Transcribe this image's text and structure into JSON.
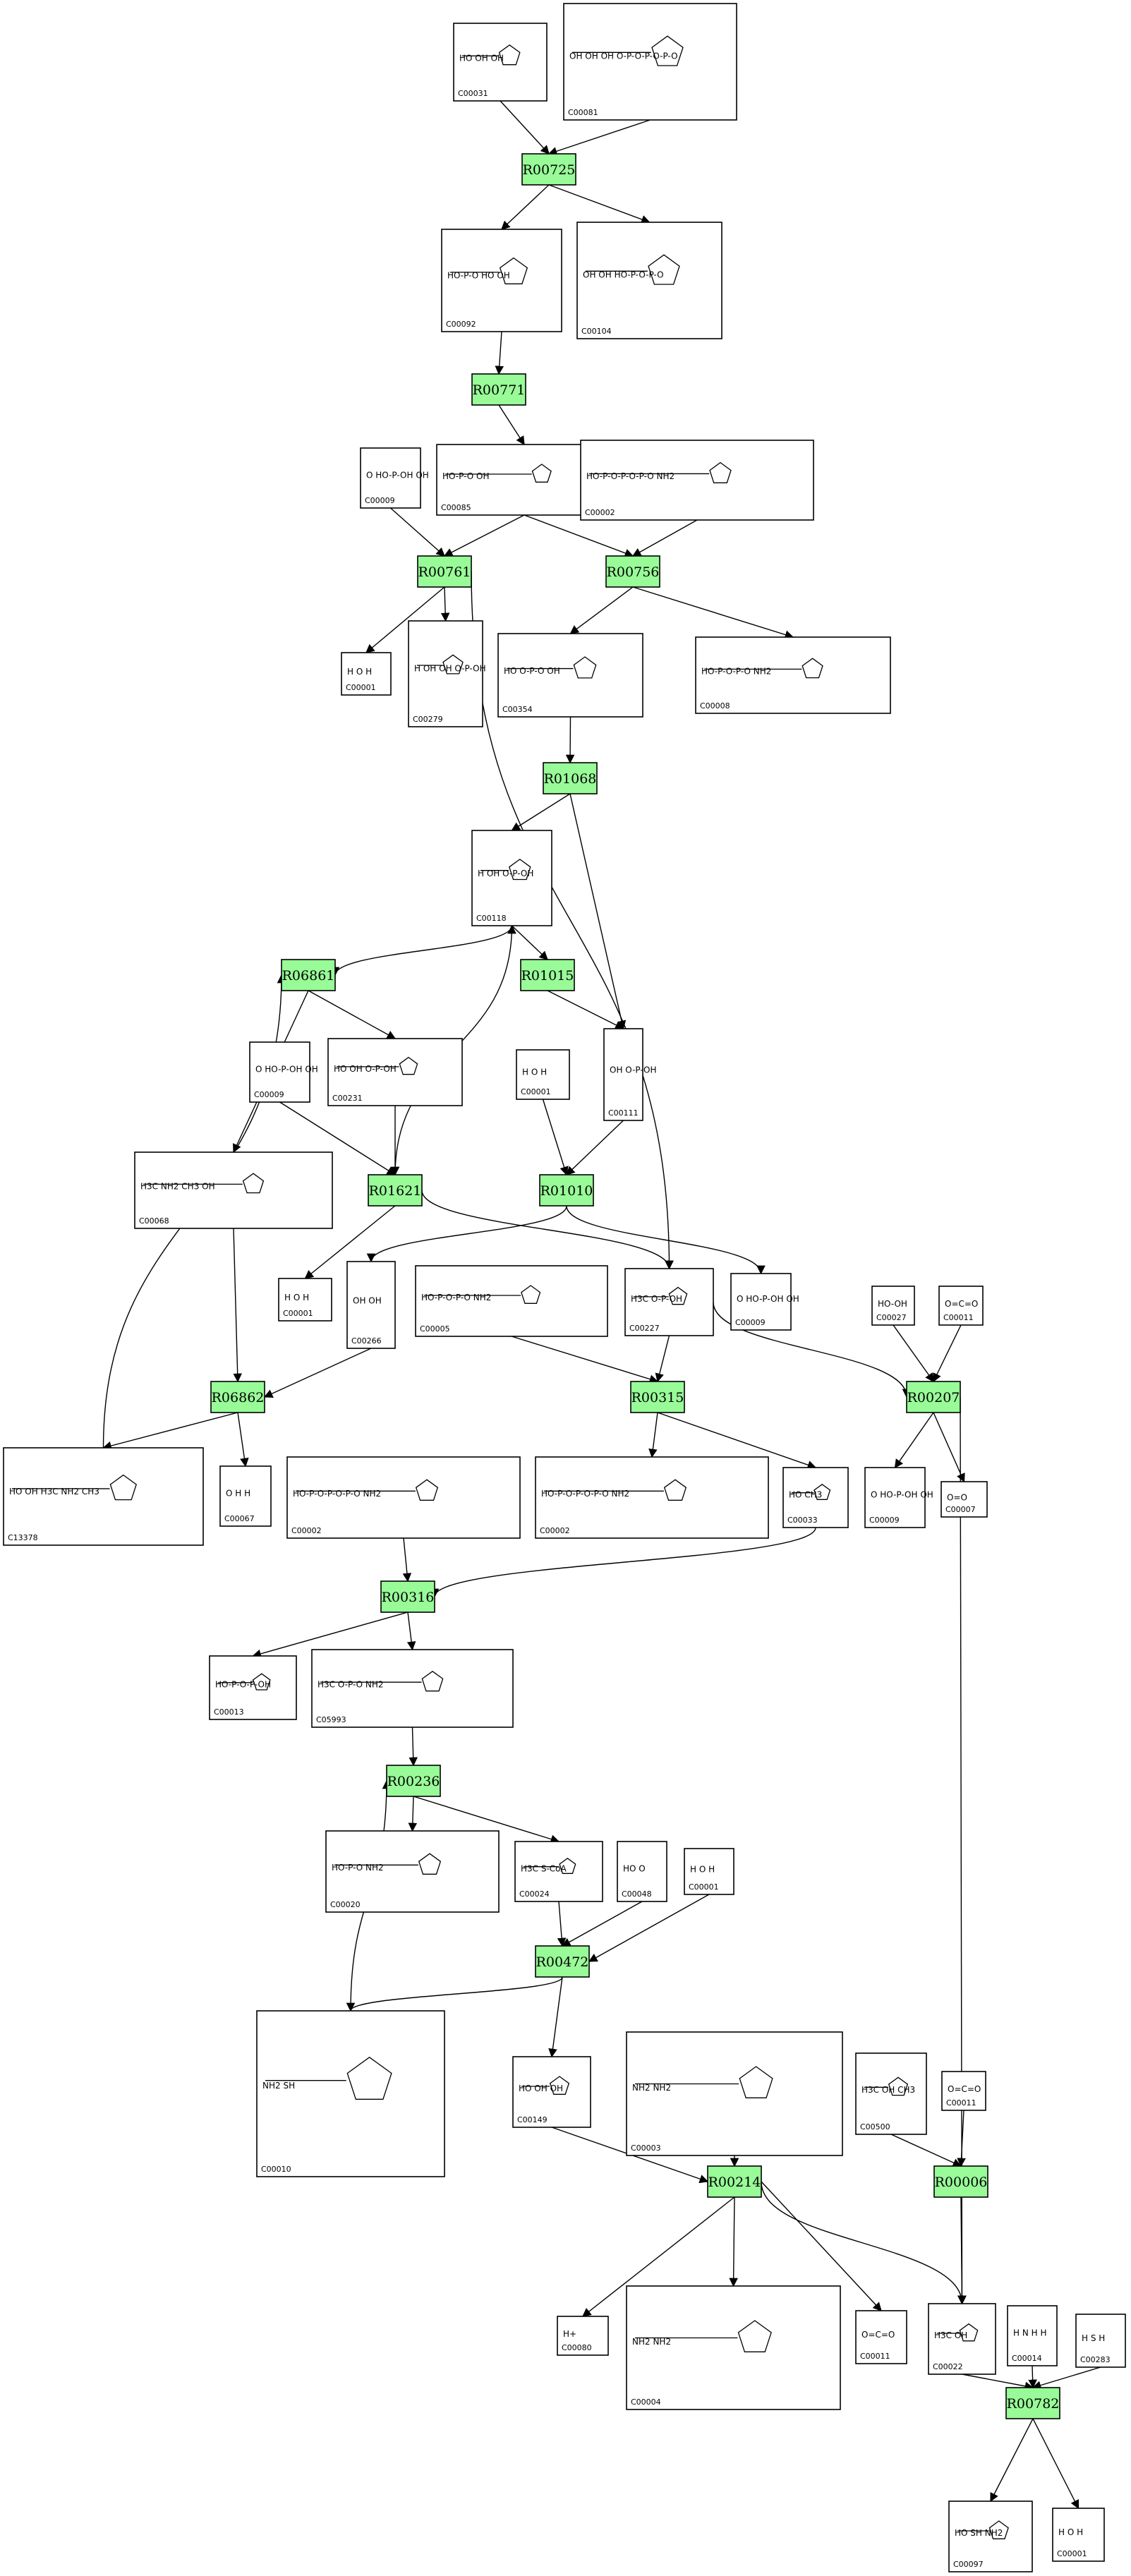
{
  "colors": {
    "reaction": "#98fb98",
    "compound": "#ffffff",
    "stroke": "#000000"
  },
  "reactions": [
    {
      "id": "R00725",
      "label": "R00725"
    },
    {
      "id": "R00771",
      "label": "R00771"
    },
    {
      "id": "R00761",
      "label": "R00761"
    },
    {
      "id": "R00756",
      "label": "R00756"
    },
    {
      "id": "R01068",
      "label": "R01068"
    },
    {
      "id": "R06861",
      "label": "R06861"
    },
    {
      "id": "R01015",
      "label": "R01015"
    },
    {
      "id": "R01621",
      "label": "R01621"
    },
    {
      "id": "R01010",
      "label": "R01010"
    },
    {
      "id": "R06862",
      "label": "R06862"
    },
    {
      "id": "R00315",
      "label": "R00315"
    },
    {
      "id": "R00207",
      "label": "R00207"
    },
    {
      "id": "R00316",
      "label": "R00316"
    },
    {
      "id": "R00236",
      "label": "R00236"
    },
    {
      "id": "R00472",
      "label": "R00472"
    },
    {
      "id": "R00214",
      "label": "R00214"
    },
    {
      "id": "R00006",
      "label": "R00006"
    },
    {
      "id": "R00782",
      "label": "R00782"
    }
  ],
  "compounds": [
    {
      "id": "c00031",
      "label": "C00031",
      "formula": "HO  OH  OH"
    },
    {
      "id": "c00081",
      "label": "C00081",
      "formula": "OH OH OH  O-P-O-P-O-P-O"
    },
    {
      "id": "c00092",
      "label": "C00092",
      "formula": "HO-P-O  HO  OH"
    },
    {
      "id": "c00104",
      "label": "C00104",
      "formula": "OH OH  HO-P-O-P-O"
    },
    {
      "id": "c00009a",
      "label": "C00009",
      "formula": "O  HO-P-OH  OH"
    },
    {
      "id": "c00085",
      "label": "C00085",
      "formula": "HO-P-O  OH"
    },
    {
      "id": "c00002a",
      "label": "C00002",
      "formula": "HO-P-O-P-O-P-O  NH2"
    },
    {
      "id": "c00001a",
      "label": "C00001",
      "formula": "H  O  H"
    },
    {
      "id": "c00279",
      "label": "C00279",
      "formula": "H  OH  OH  O-P-OH"
    },
    {
      "id": "c00354",
      "label": "C00354",
      "formula": "HO  O-P-O  OH"
    },
    {
      "id": "c00008a",
      "label": "C00008",
      "formula": "HO-P-O-P-O  NH2"
    },
    {
      "id": "c00118",
      "label": "C00118",
      "formula": "H  OH  O-P-OH"
    },
    {
      "id": "c00009b",
      "label": "C00009",
      "formula": "O  HO-P-OH  OH"
    },
    {
      "id": "c00231",
      "label": "C00231",
      "formula": "HO  OH  O-P-OH"
    },
    {
      "id": "c00001b",
      "label": "C00001",
      "formula": "H  O  H"
    },
    {
      "id": "c00111",
      "label": "C00111",
      "formula": "OH  O-P-OH"
    },
    {
      "id": "c00068",
      "label": "C00068",
      "formula": "H3C  NH2  CH3  OH"
    },
    {
      "id": "c00001c",
      "label": "C00001",
      "formula": "H  O  H"
    },
    {
      "id": "c00266",
      "label": "C00266",
      "formula": "OH  OH"
    },
    {
      "id": "c00005",
      "label": "C00005",
      "formula": "HO-P-O-P-O  NH2"
    },
    {
      "id": "c00227",
      "label": "C00227",
      "formula": "H3C  O-P-OH"
    },
    {
      "id": "c00009c",
      "label": "C00009",
      "formula": "O  HO-P-OH  OH"
    },
    {
      "id": "c00027",
      "label": "C00027",
      "formula": "HO-OH"
    },
    {
      "id": "c00011a",
      "label": "C00011",
      "formula": "O=C=O"
    },
    {
      "id": "c13378",
      "label": "C13378",
      "formula": "HO  OH  H3C  NH2  CH3"
    },
    {
      "id": "c00067",
      "label": "C00067",
      "formula": "O  H  H"
    },
    {
      "id": "c00002b",
      "label": "C00002",
      "formula": "HO-P-O-P-O-P-O  NH2"
    },
    {
      "id": "c00002c",
      "label": "C00002",
      "formula": "HO-P-O-P-O-P-O  NH2"
    },
    {
      "id": "c00033",
      "label": "C00033",
      "formula": "HO  CH3"
    },
    {
      "id": "c00009d",
      "label": "C00009",
      "formula": "O  HO-P-OH  OH"
    },
    {
      "id": "c00007",
      "label": "C00007",
      "formula": "O=O"
    },
    {
      "id": "c00013",
      "label": "C00013",
      "formula": "HO-P-O-P-OH"
    },
    {
      "id": "c05993",
      "label": "C05993",
      "formula": "H3C  O-P-O  NH2"
    },
    {
      "id": "c00020",
      "label": "C00020",
      "formula": "HO-P-O  NH2"
    },
    {
      "id": "c00024",
      "label": "C00024",
      "formula": "H3C  S-CoA"
    },
    {
      "id": "c00048",
      "label": "C00048",
      "formula": "HO  O"
    },
    {
      "id": "c00001d",
      "label": "C00001",
      "formula": "H  O  H"
    },
    {
      "id": "c00010",
      "label": "C00010",
      "formula": "NH2  SH"
    },
    {
      "id": "c00149",
      "label": "C00149",
      "formula": "HO  OH  OH"
    },
    {
      "id": "c00003",
      "label": "C00003",
      "formula": "NH2  NH2"
    },
    {
      "id": "c00500",
      "label": "C00500",
      "formula": "H3C  OH  CH3"
    },
    {
      "id": "c00011b",
      "label": "C00011",
      "formula": "O=C=O"
    },
    {
      "id": "c00080",
      "label": "C00080",
      "formula": "H+"
    },
    {
      "id": "c00004",
      "label": "C00004",
      "formula": "NH2  NH2"
    },
    {
      "id": "c00011c",
      "label": "C00011",
      "formula": "O=C=O"
    },
    {
      "id": "c00022",
      "label": "C00022",
      "formula": "H3C  OH"
    },
    {
      "id": "c00014",
      "label": "C00014",
      "formula": "H  N  H  H"
    },
    {
      "id": "c00283",
      "label": "C00283",
      "formula": "H  S  H"
    },
    {
      "id": "c00097",
      "label": "C00097",
      "formula": "HO  SH  NH2"
    },
    {
      "id": "c00001e",
      "label": "C00001",
      "formula": "H  O  H"
    }
  ]
}
